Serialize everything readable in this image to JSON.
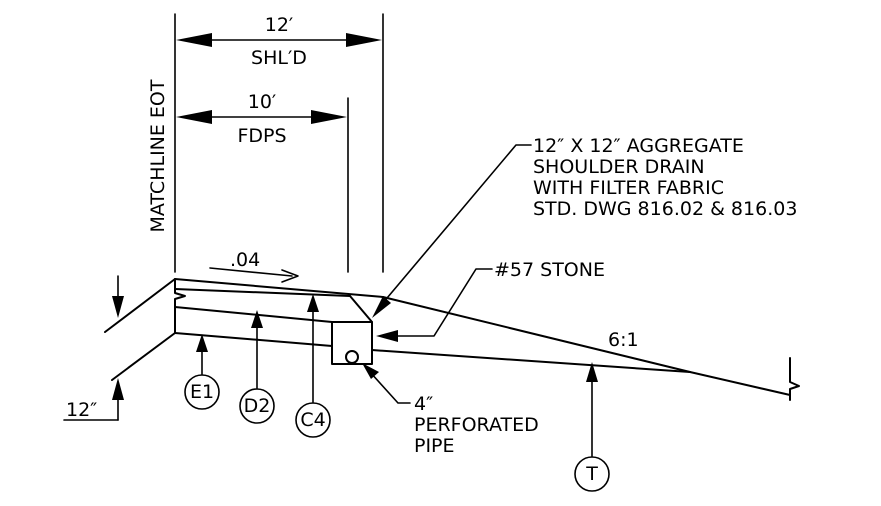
{
  "dimensions": {
    "shoulder_width": "12′",
    "shoulder_label": "SHL′D",
    "fdps_width": "10′",
    "fdps_label": "FDPS",
    "depth": "12″"
  },
  "matchline_label": "MATCHLINE EOT",
  "slope_label": ".04",
  "side_slope_label": "6:1",
  "callouts": {
    "drain_line1": "12″ X 12″ AGGREGATE",
    "drain_line2": "SHOULDER DRAIN",
    "drain_line3": "WITH FILTER FABRIC",
    "drain_line4": "STD. DWG 816.02 & 816.03",
    "stone": "#57 STONE",
    "pipe_line1": "4″",
    "pipe_line2": "PERFORATED",
    "pipe_line3": "PIPE"
  },
  "bubbles": {
    "e1": "E1",
    "d2": "D2",
    "c4": "C4",
    "t": "T"
  }
}
